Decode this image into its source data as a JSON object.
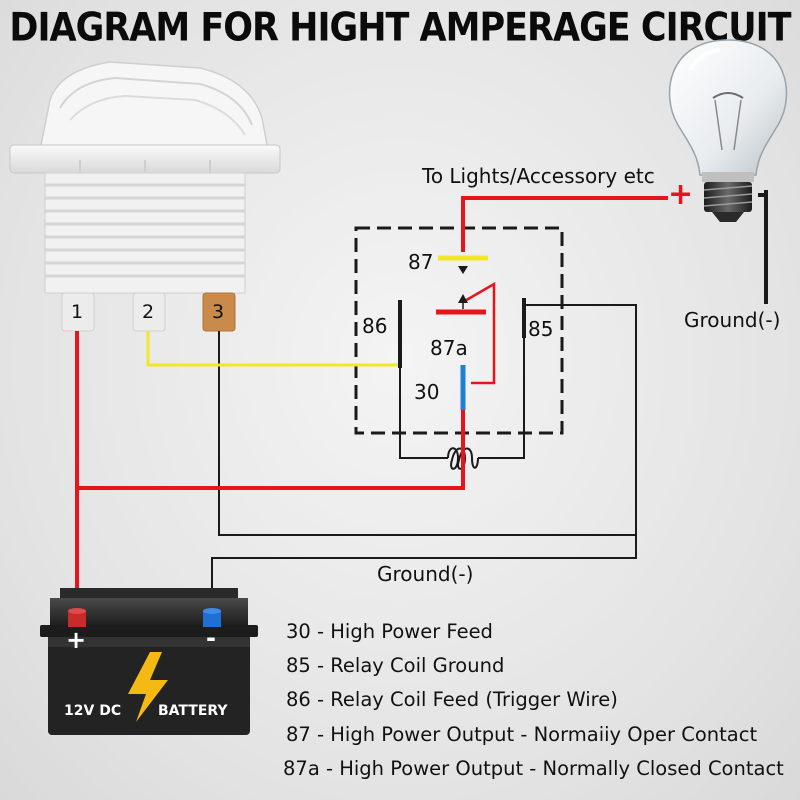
{
  "title": "DIAGRAM FOR HIGHT AMPERAGE CIRCUIT",
  "labels": {
    "to_lights": "To Lights/Accessory etc",
    "ground_top": "Ground(-)",
    "ground_bottom": "Ground(-)",
    "plus_sign": "+",
    "minus_sign": "-"
  },
  "switch_pins": [
    "1",
    "2",
    "3"
  ],
  "relay_pins": {
    "p87": "87",
    "p86": "86",
    "p85": "85",
    "p87a": "87a",
    "p30": "30"
  },
  "battery": {
    "voltage": "12V DC",
    "name": "BATTERY",
    "plus": "+",
    "minus": "-"
  },
  "legend": [
    "30 - High Power Feed",
    "85 - Relay Coil Ground",
    "86 - Relay Coil Feed (Trigger Wire)",
    "87 - High Power Output - Normaiiy Oper Contact",
    "87a - High Power Output - Normally Closed Contact"
  ],
  "colors": {
    "power": "#e8141c",
    "trigger": "#f2e629",
    "ground": "#1a1a1a",
    "pin30": "#1e7fd6",
    "pin3": "#c98a4a"
  }
}
